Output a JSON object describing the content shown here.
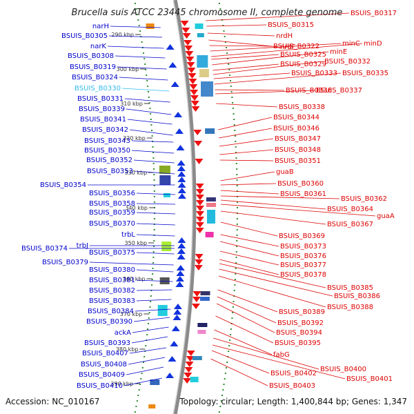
{
  "title": "Brucella suis ATCC 23445 chromosome II, complete genome",
  "footer": {
    "accession": "Accession: NC_010167",
    "summary": "Topology: circular; Length: 1,400,844 bp; Genes: 1,347"
  },
  "colors": {
    "left_label": "#0000cc",
    "right_label": "#dd0000",
    "highlight_label": "#33bbee",
    "backbone": "#888888",
    "tick_dots": "#228822"
  },
  "kbp_ticks": [
    "290 kbp",
    "300 kbp",
    "310 kbp",
    "320 kbp",
    "330 kbp",
    "340 kbp",
    "350 kbp",
    "360 kbp",
    "370 kbp",
    "380 kbp",
    "390 kbp"
  ],
  "left_genes": [
    "narH",
    "BSUIS_B0305",
    "narK",
    "BSUIS_B0308",
    "BSUIS_B0319",
    "BSUIS_B0324",
    "BSUIS_B0330",
    "BSUIS_B0331",
    "BSUIS_B0339",
    "BSUIS_B0341",
    "BSUIS_B0342",
    "BSUIS_B0343",
    "BSUIS_B0350",
    "BSUIS_B0352",
    "BSUIS_B0353",
    "BSUIS_B0354",
    "BSUIS_B0356",
    "BSUIS_B0358",
    "BSUIS_B0359",
    "BSUIS_B0370",
    "trbL",
    "trbJ",
    "BSUIS_B0374",
    "BSUIS_B0375",
    "BSUIS_B0379",
    "BSUIS_B0380",
    "BSUIS_B0381",
    "BSUIS_B0382",
    "BSUIS_B0383",
    "BSUIS_B0384",
    "BSUIS_B0390",
    "ackA",
    "BSUIS_B0393",
    "BSUIS_B0407",
    "BSUIS_B0408",
    "BSUIS_B0409",
    "BSUIS_B0410"
  ],
  "right_genes": [
    "BSUIS_B0317",
    "BSUIS_B0315",
    "nrdH",
    "nrdF",
    "BSUIS_B0322",
    "minC",
    "minD",
    "BSUIS_B0325",
    "minE",
    "BSUIS_B0329",
    "BSUIS_B0332",
    "BSUIS_B0333",
    "BSUIS_B0335",
    "BSUIS_B0336",
    "BSUIS_B0337",
    "BSUIS_B0338",
    "BSUIS_B0344",
    "BSUIS_B0346",
    "BSUIS_B0347",
    "BSUIS_B0348",
    "BSUIS_B0351",
    "guaB",
    "BSUIS_B0360",
    "BSUIS_B0361",
    "BSUIS_B0362",
    "BSUIS_B0364",
    "guaA",
    "BSUIS_B0367",
    "BSUIS_B0369",
    "BSUIS_B0373",
    "BSUIS_B0376",
    "BSUIS_B0377",
    "BSUIS_B0378",
    "BSUIS_B0385",
    "BSUIS_B0386",
    "BSUIS_B0388",
    "BSUIS_B0389",
    "BSUIS_B0392",
    "BSUIS_B0394",
    "BSUIS_B0395",
    "fabG",
    "BSUIS_B0400",
    "BSUIS_B0401",
    "BSUIS_B0402",
    "BSUIS_B0403"
  ]
}
